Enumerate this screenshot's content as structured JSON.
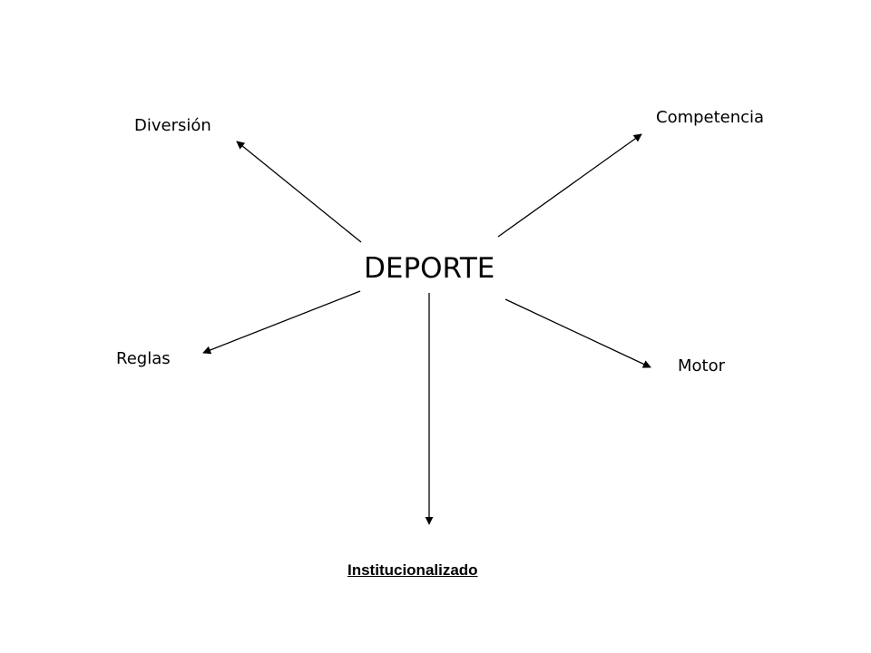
{
  "diagram": {
    "center": "DEPORTE",
    "branches": {
      "diversion": "Diversión",
      "competencia": "Competencia",
      "reglas": "Reglas",
      "motor": "Motor",
      "institucionalizado": "Institucionalizado"
    },
    "colors": {
      "background": "#ffffff",
      "text": "#000000",
      "arrow": "#000000"
    }
  }
}
